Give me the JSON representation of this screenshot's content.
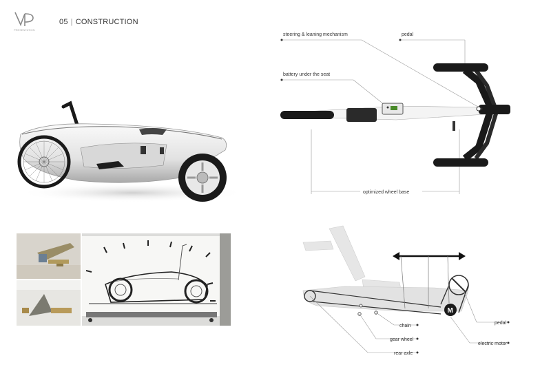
{
  "header": {
    "page_number": "05",
    "title": "CONSTRUCTION",
    "logo_text": "PRESENTATION"
  },
  "top_view": {
    "labels": {
      "steering": "steering & leaning mechanism",
      "pedal": "pedal",
      "battery": "battery under the seat",
      "wheel_base": "optimized wheel base"
    }
  },
  "side_diagram": {
    "labels": {
      "chain": "chain",
      "gear_wheel": "gear wheel",
      "rear_axle": "rear axle",
      "pedal": "pedal",
      "electric_motor": "electric motor",
      "motor_symbol": "M"
    }
  },
  "colors": {
    "dark": "#1a1a1a",
    "body_white": "#f2f2f2",
    "body_gray": "#c9c9c9",
    "guide_line": "#999999",
    "accent_green": "#4a8a2a"
  }
}
